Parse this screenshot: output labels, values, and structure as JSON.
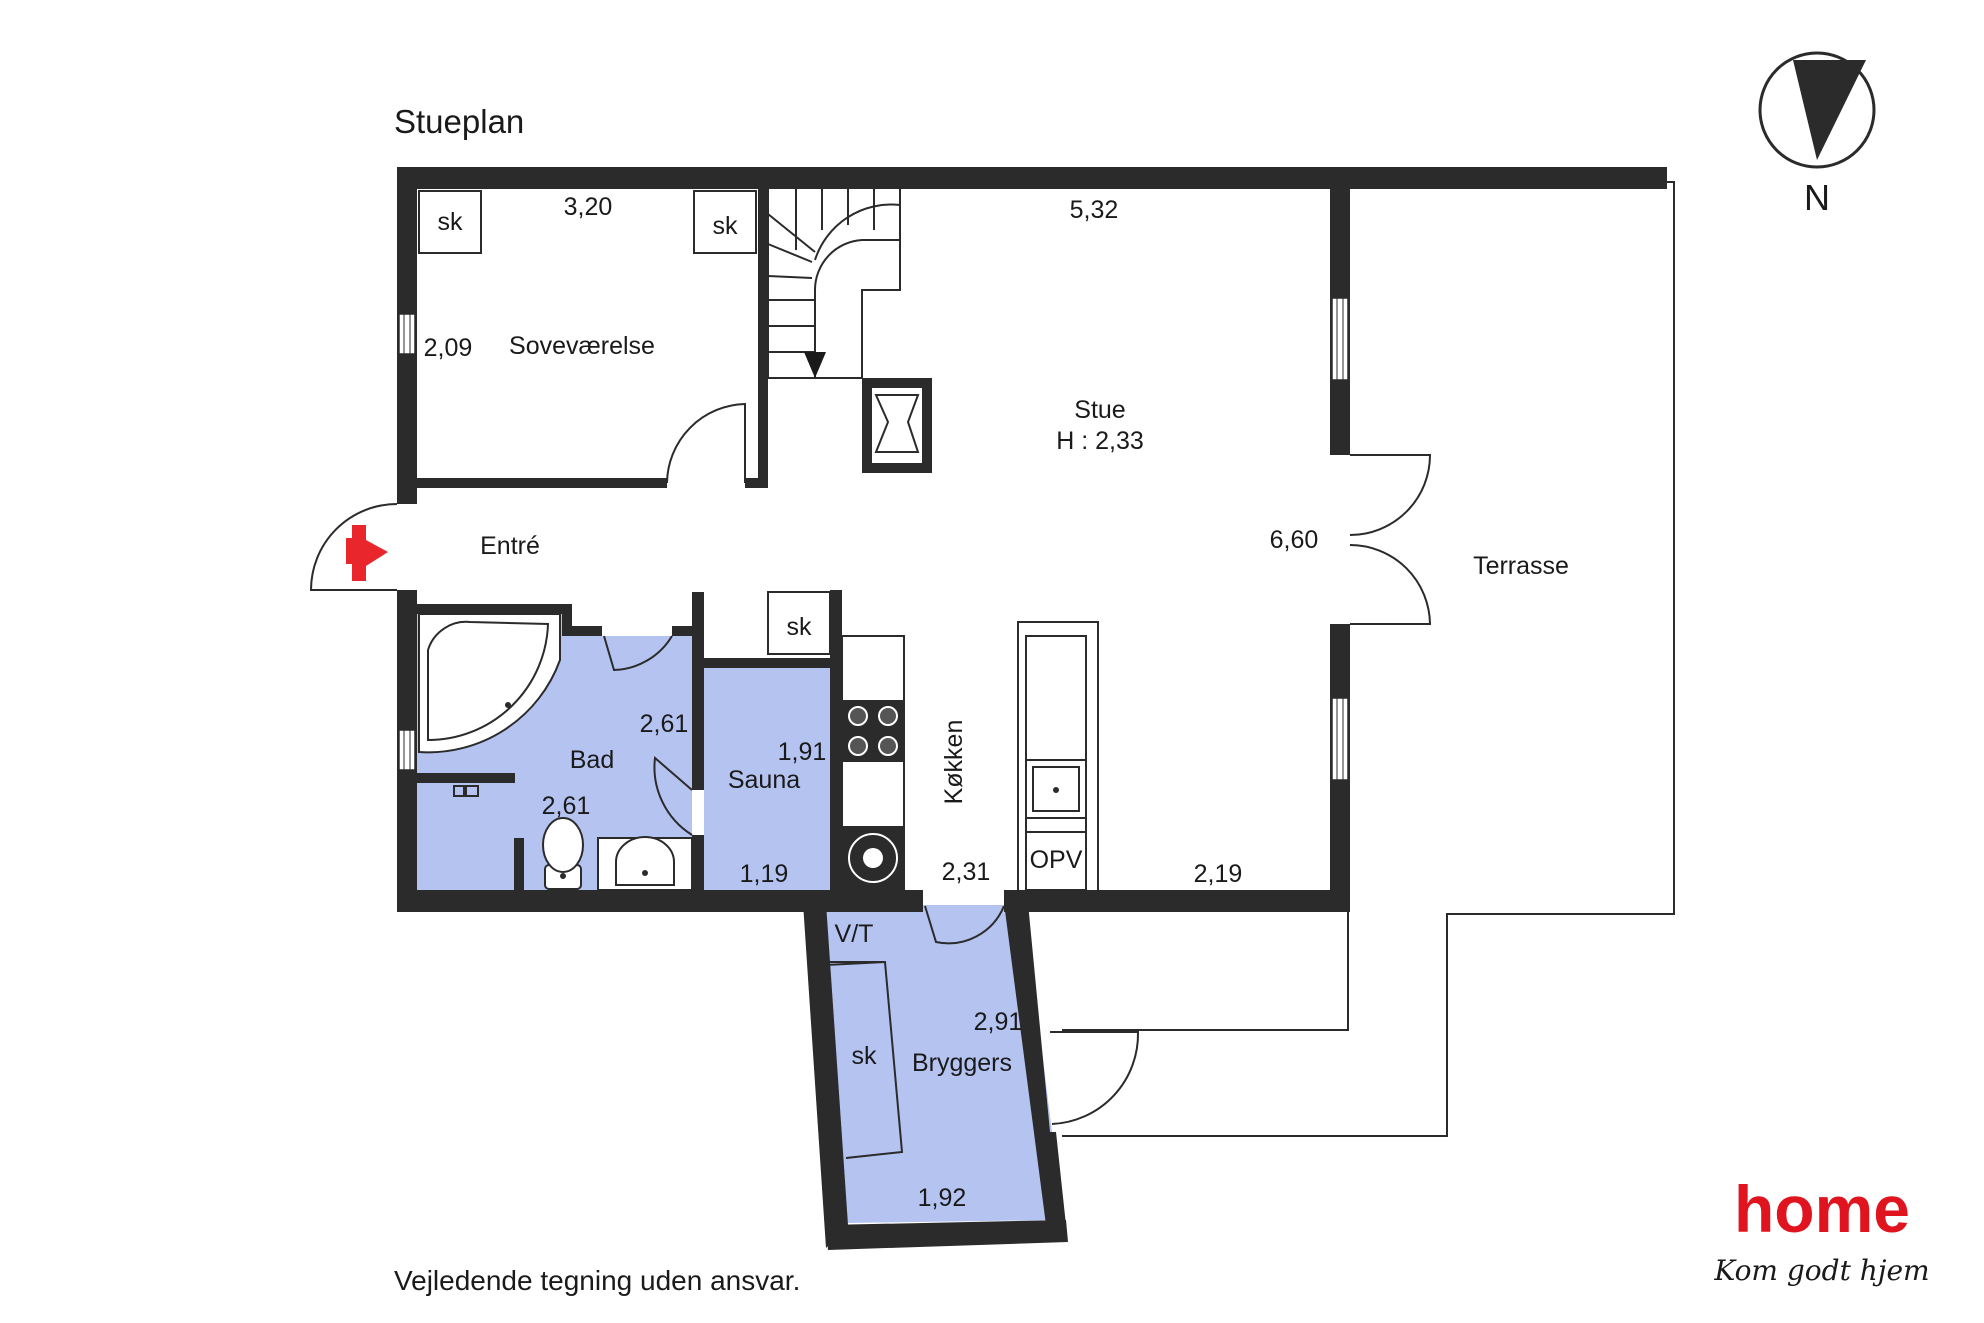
{
  "plan": {
    "title": "Stueplan",
    "disclaimer": "Vejledende tegning uden ansvar.",
    "compass": "N",
    "colors": {
      "wet_room": "#b4c3f0",
      "wall": "#2b2b2b",
      "entrance_arrow": "#e8262c",
      "brand": "#e0141e"
    },
    "rooms": {
      "sovevaerelse": "Soveværelse",
      "stue": "Stue",
      "stue_height": "H : 2,33",
      "entre": "Entré",
      "terrasse": "Terrasse",
      "bad": "Bad",
      "sauna": "Sauna",
      "kokken": "Køkken",
      "bryggers": "Bryggers"
    },
    "dimensions": {
      "sove_width": "3,20",
      "sove_depth": "2,09",
      "stue_width": "5,32",
      "stue_depth": "6,60",
      "bad_width": "2,61",
      "bad_depth": "2,61",
      "sauna_depth": "1,91",
      "sauna_width": "1,19",
      "kokken_width": "2,31",
      "stue_lower": "2,19",
      "bryggers_depth": "2,91",
      "bryggers_width": "1,92"
    },
    "fixtures": {
      "closet": "sk",
      "opv": "OPV",
      "vt": "V/T"
    }
  },
  "logo": {
    "brand": "home",
    "tagline": "Kom godt hjem"
  }
}
